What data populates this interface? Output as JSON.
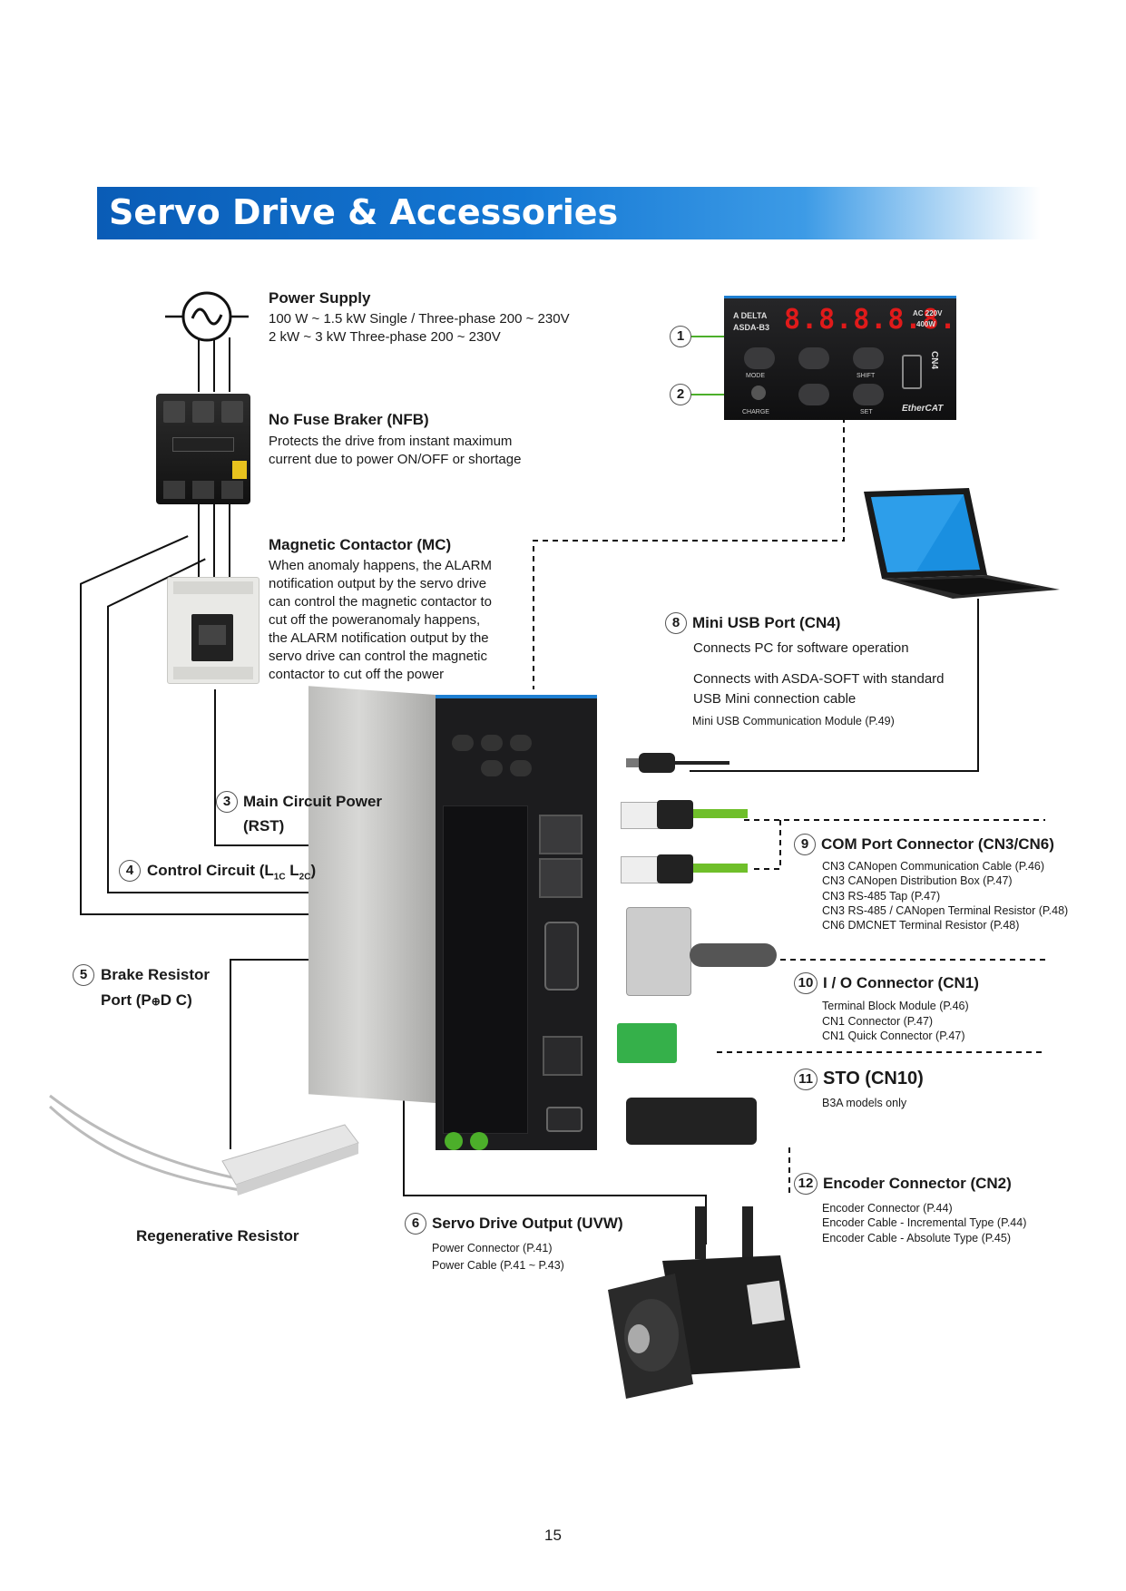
{
  "page": {
    "title": "Servo Drive & Accessories",
    "page_number": "15"
  },
  "power_supply": {
    "title": "Power Supply",
    "lines": [
      "100 W ~ 1.5 kW Single / Three-phase 200 ~ 230V",
      "2 kW ~ 3 kW Three-phase 200 ~ 230V"
    ]
  },
  "nfb": {
    "title": "No Fuse Braker (NFB)",
    "lines": [
      "Protects the drive from instant maximum",
      "current due to power ON/OFF or shortage"
    ]
  },
  "mc": {
    "title": "Magnetic Contactor (MC)",
    "lines": [
      "When anomaly happens, the ALARM",
      "notification output by the servo drive",
      "can control the magnetic contactor to",
      "cut off the poweranomaly happens,",
      "the ALARM notification output by the",
      "servo drive can control the magnetic",
      "contactor to cut off the power"
    ]
  },
  "callouts": {
    "c1": "1",
    "c2": "2",
    "c3": {
      "num": "3",
      "line1": "Main Circuit Power",
      "line2": "(RST)"
    },
    "c4": {
      "num": "4",
      "label": "Control Circuit (L",
      "sub1": "1C",
      "mid": " L",
      "sub2": "2C",
      "end": ")"
    },
    "c5": {
      "num": "5",
      "line1": "Brake Resistor",
      "line2": "Port (P",
      "sym": "⊕",
      "line2b": "D C)"
    },
    "c6": {
      "num": "6",
      "title": "Servo Drive Output (UVW)",
      "items": [
        "Power Connector (P.41)",
        "Power Cable (P.41 ~ P.43)"
      ]
    },
    "c8": {
      "num": "8",
      "title": "Mini USB Port (CN4)",
      "lines": [
        "Connects PC for software operation",
        "Connects with ASDA-SOFT with standard",
        "USB Mini connection cable"
      ],
      "small": "Mini USB Communication Module (P.49)"
    },
    "c9": {
      "num": "9",
      "title": "COM Port Connector (CN3/CN6)",
      "items": [
        "CN3 CANopen Communication Cable (P.46)",
        "CN3 CANopen Distribution Box (P.47)",
        "CN3 RS-485 Tap (P.47)",
        "CN3 RS-485 / CANopen Terminal Resistor (P.48)",
        "CN6 DMCNET Terminal Resistor (P.48)"
      ]
    },
    "c10": {
      "num": "10",
      "title": "I / O Connector (CN1)",
      "items": [
        "Terminal Block Module (P.46)",
        "CN1 Connector (P.47)",
        "CN1 Quick Connector (P.47)"
      ]
    },
    "c11": {
      "num": "11",
      "title": "STO (CN10)",
      "items": [
        "B3A models only"
      ]
    },
    "c12": {
      "num": "12",
      "title": "Encoder Connector (CN2)",
      "items": [
        "Encoder Connector (P.44)",
        "Encoder Cable - Incremental Type (P.44)",
        "Encoder Cable - Absolute Type (P.45)"
      ]
    }
  },
  "regen": {
    "label": "Regenerative Resistor"
  },
  "panel": {
    "display": "8.8.8.8.8.",
    "brand": "A DELTA",
    "model": "ASDA-B3",
    "rating1": "AC 220V",
    "rating2": "400W",
    "buttons": [
      "MODE",
      "SHIFT",
      "CHARGE",
      "SET"
    ],
    "port": "CN4",
    "bus": "EtherCAT"
  },
  "colors": {
    "banner": "#0a5cb6",
    "accent_green": "#4caf2a",
    "panel_bg": "#1b1b1d",
    "led_red": "#e01a1a"
  }
}
